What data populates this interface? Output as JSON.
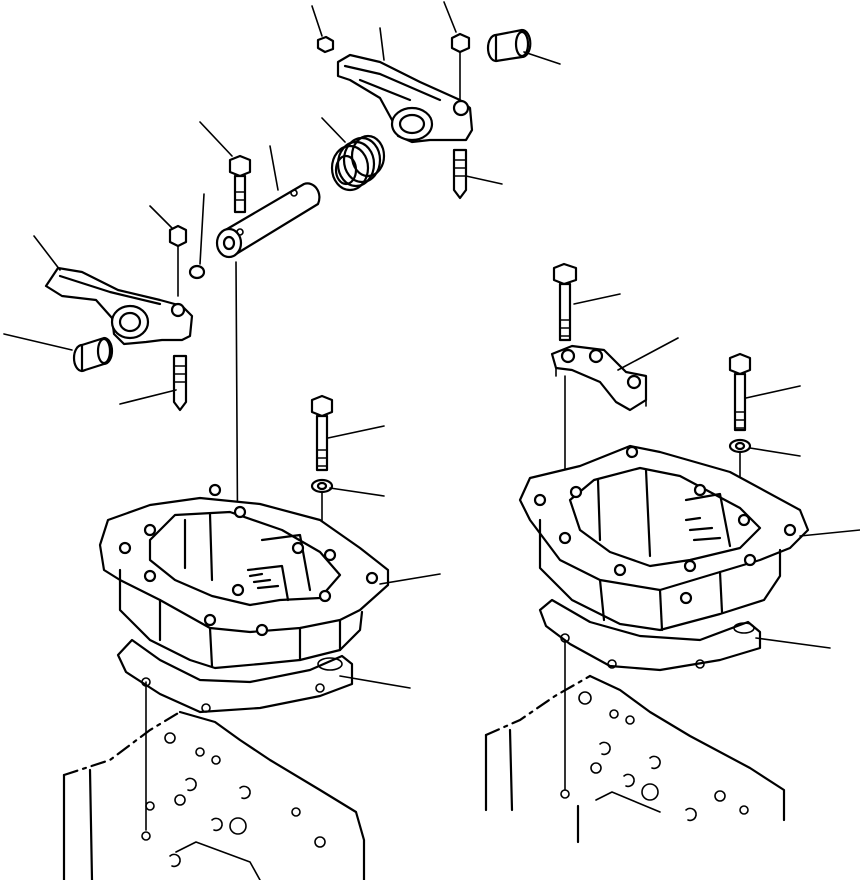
{
  "diagram": {
    "type": "exploded-parts-view",
    "assemblies": [
      "left",
      "right"
    ],
    "callout_labels": []
  }
}
